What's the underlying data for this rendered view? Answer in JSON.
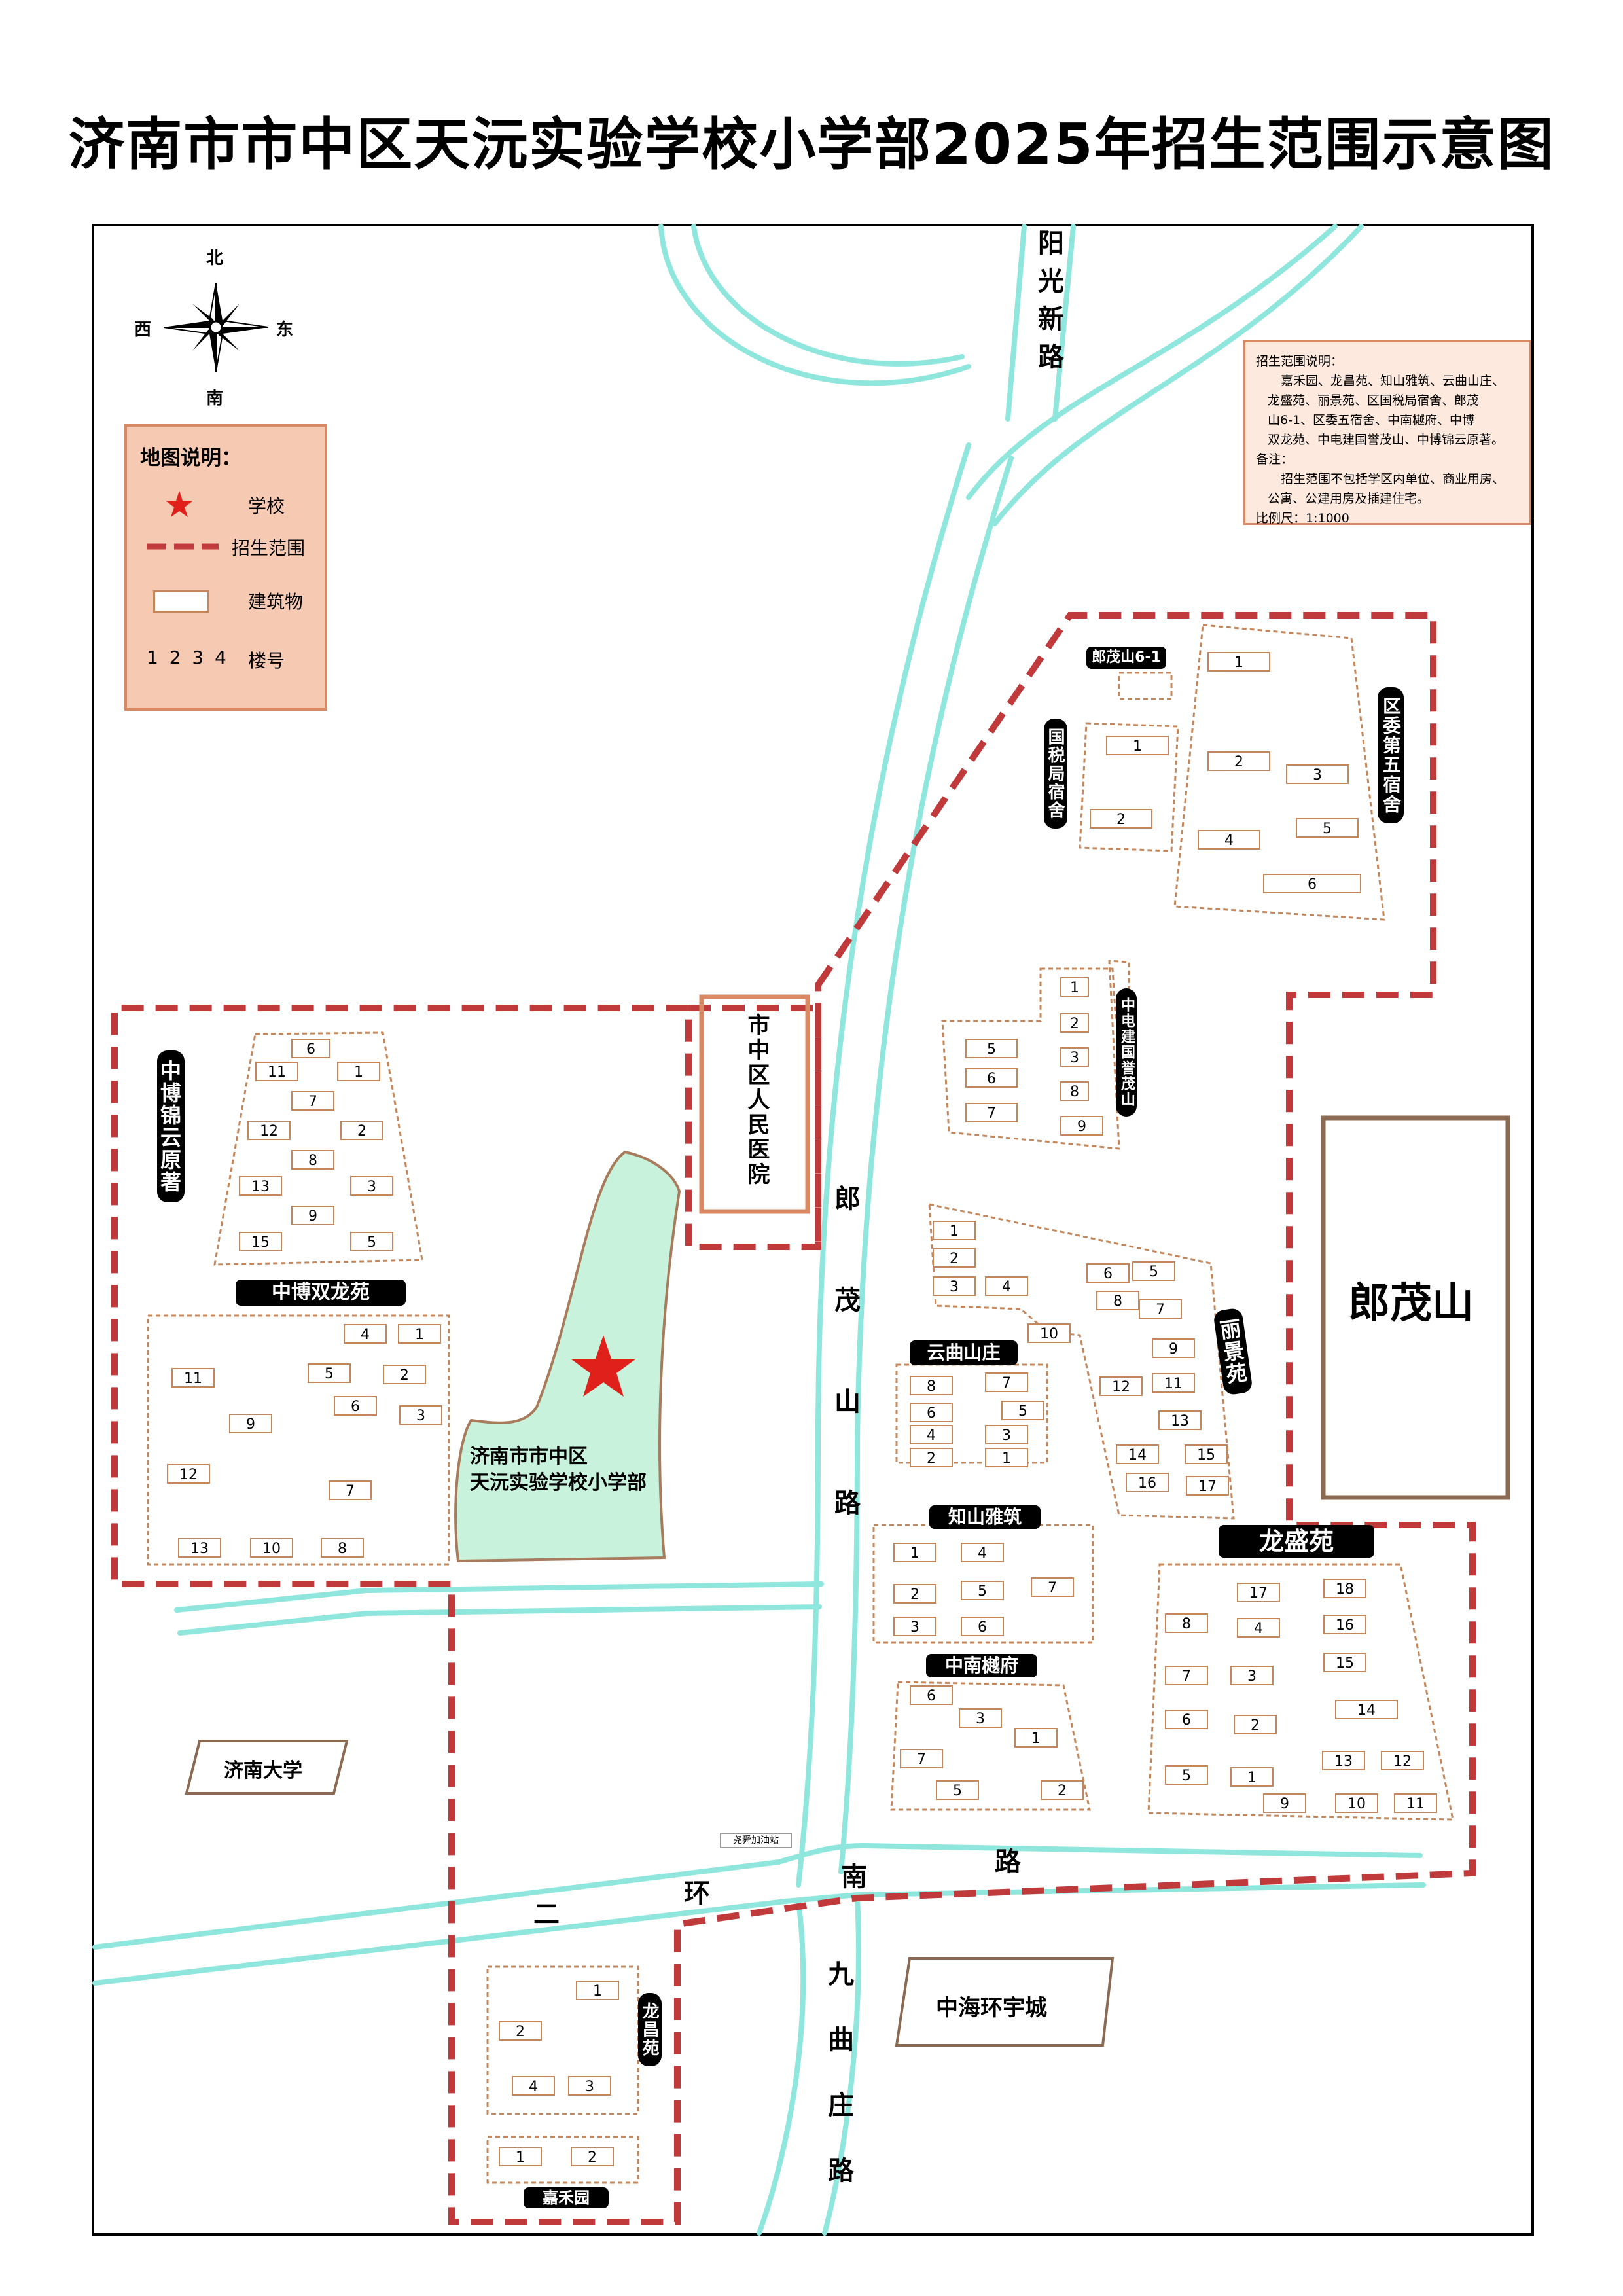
{
  "title": "济南市市中区天沅实验学校小学部2025年招生范围示意图",
  "compass": {
    "n": "北",
    "s": "南",
    "w": "西",
    "e": "东"
  },
  "legend": {
    "title": "地图说明：",
    "school": "学校",
    "range": "招生范围",
    "building": "建筑物",
    "numbers_sample": "1 2 3 4",
    "numbers": "楼号"
  },
  "info": {
    "line1": "招生范围说明：",
    "line2": "嘉禾园、龙昌苑、知山雅筑、云曲山庄、",
    "line3": "龙盛苑、丽景苑、区国税局宿舍、郎茂",
    "line4": "山6-1、区委五宿舍、中南樾府、中博",
    "line5": "双龙苑、中电建国誉茂山、中博锦云原著。",
    "line6": "备注：",
    "line7": "招生范围不包括学区内单位、商业用房、",
    "line8": "公寓、公建用房及插建住宅。",
    "line9": "比例尺：1:1000"
  },
  "roads": {
    "yangguang": "阳光新路",
    "langmao": "郎茂山路",
    "erhuan_1": "二",
    "erhuan_2": "环",
    "erhuan_3": "南",
    "erhuan_4": "路",
    "jiuqu": "九曲庄路"
  },
  "places": {
    "school": "济南市市中区",
    "school2": "天沅实验学校小学部",
    "hospital": "市中区人民医院",
    "langmaoshan": "郎茂山",
    "jinan_univ": "济南大学",
    "zhonghai": "中海环宇城",
    "gas": "尧舜加油站"
  },
  "communities": {
    "langmao61": "郎茂山6-1",
    "guoshui": "国税局宿舍",
    "quwei": "区委第五宿舍",
    "zhongdian": "中电建国誉茂山",
    "zhongbo_jinyun": "中博锦云原著",
    "zhongbo_shuanglong": "中博双龙苑",
    "yunqu": "云曲山庄",
    "lijing": "丽景苑",
    "zhishan": "知山雅筑",
    "zhongnan": "中南樾府",
    "longsheng": "龙盛苑",
    "longchang": "龙昌苑",
    "jiahe": "嘉禾园"
  },
  "colors": {
    "road": "#8ee6dc",
    "boundary": "#c0393b",
    "building": "#c4875c",
    "school_area": "#c8f2dc",
    "school_star": "#e0201a"
  }
}
